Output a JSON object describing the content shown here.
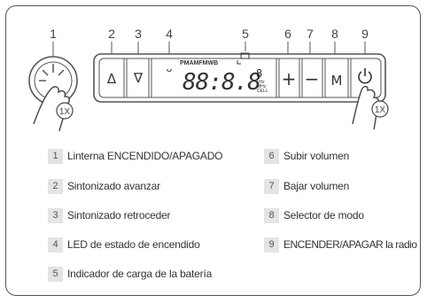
{
  "callouts": [
    "1",
    "2",
    "3",
    "4",
    "5",
    "6",
    "7",
    "8",
    "9"
  ],
  "display": {
    "bands": "PMAMFMWB",
    "digits": "88:8.8",
    "small_digit": "8",
    "tag_top": "kHz",
    "tag_mid": "MHz",
    "tag_bottom": "CELL"
  },
  "buttons": {
    "tune_up": "Δ",
    "tune_down": "∇",
    "vol_up": "+",
    "vol_down": "−",
    "mode": "M"
  },
  "press_count": "1X",
  "legend": [
    {
      "num": "1",
      "label": "Linterna ENCENDIDO/APAGADO"
    },
    {
      "num": "2",
      "label": "Sintonizado avanzar"
    },
    {
      "num": "3",
      "label": "Sintonizado retroceder"
    },
    {
      "num": "4",
      "label": "LED de estado de encendido"
    },
    {
      "num": "5",
      "label": "Indicador de carga de la batería"
    },
    {
      "num": "6",
      "label": "Subir volumen"
    },
    {
      "num": "7",
      "label": "Bajar volumen"
    },
    {
      "num": "8",
      "label": "Selector de modo"
    },
    {
      "num": "9",
      "label": "ENCENDER/APAGAR la radio"
    }
  ],
  "colors": {
    "line": "#444444",
    "badge": "#e4e4e4"
  }
}
